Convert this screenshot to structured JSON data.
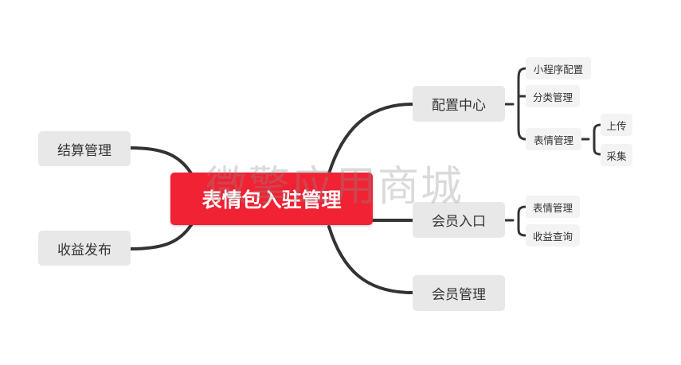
{
  "mindmap": {
    "central": "表情包入驻管理",
    "left": [
      {
        "label": "结算管理"
      },
      {
        "label": "收益发布"
      }
    ],
    "right": [
      {
        "label": "配置中心",
        "children": [
          {
            "label": "小程序配置"
          },
          {
            "label": "分类管理"
          },
          {
            "label": "表情管理",
            "children": [
              {
                "label": "上传"
              },
              {
                "label": "采集"
              }
            ]
          }
        ]
      },
      {
        "label": "会员入口",
        "children": [
          {
            "label": "表情管理"
          },
          {
            "label": "收益查询"
          }
        ]
      },
      {
        "label": "会员管理"
      }
    ]
  },
  "watermark": "微擎应用商城",
  "colors": {
    "central_bg": "#f02233",
    "branch_bg": "#e8e8e8",
    "subbranch_bg": "#f3f3f3",
    "connector": "#333333"
  }
}
